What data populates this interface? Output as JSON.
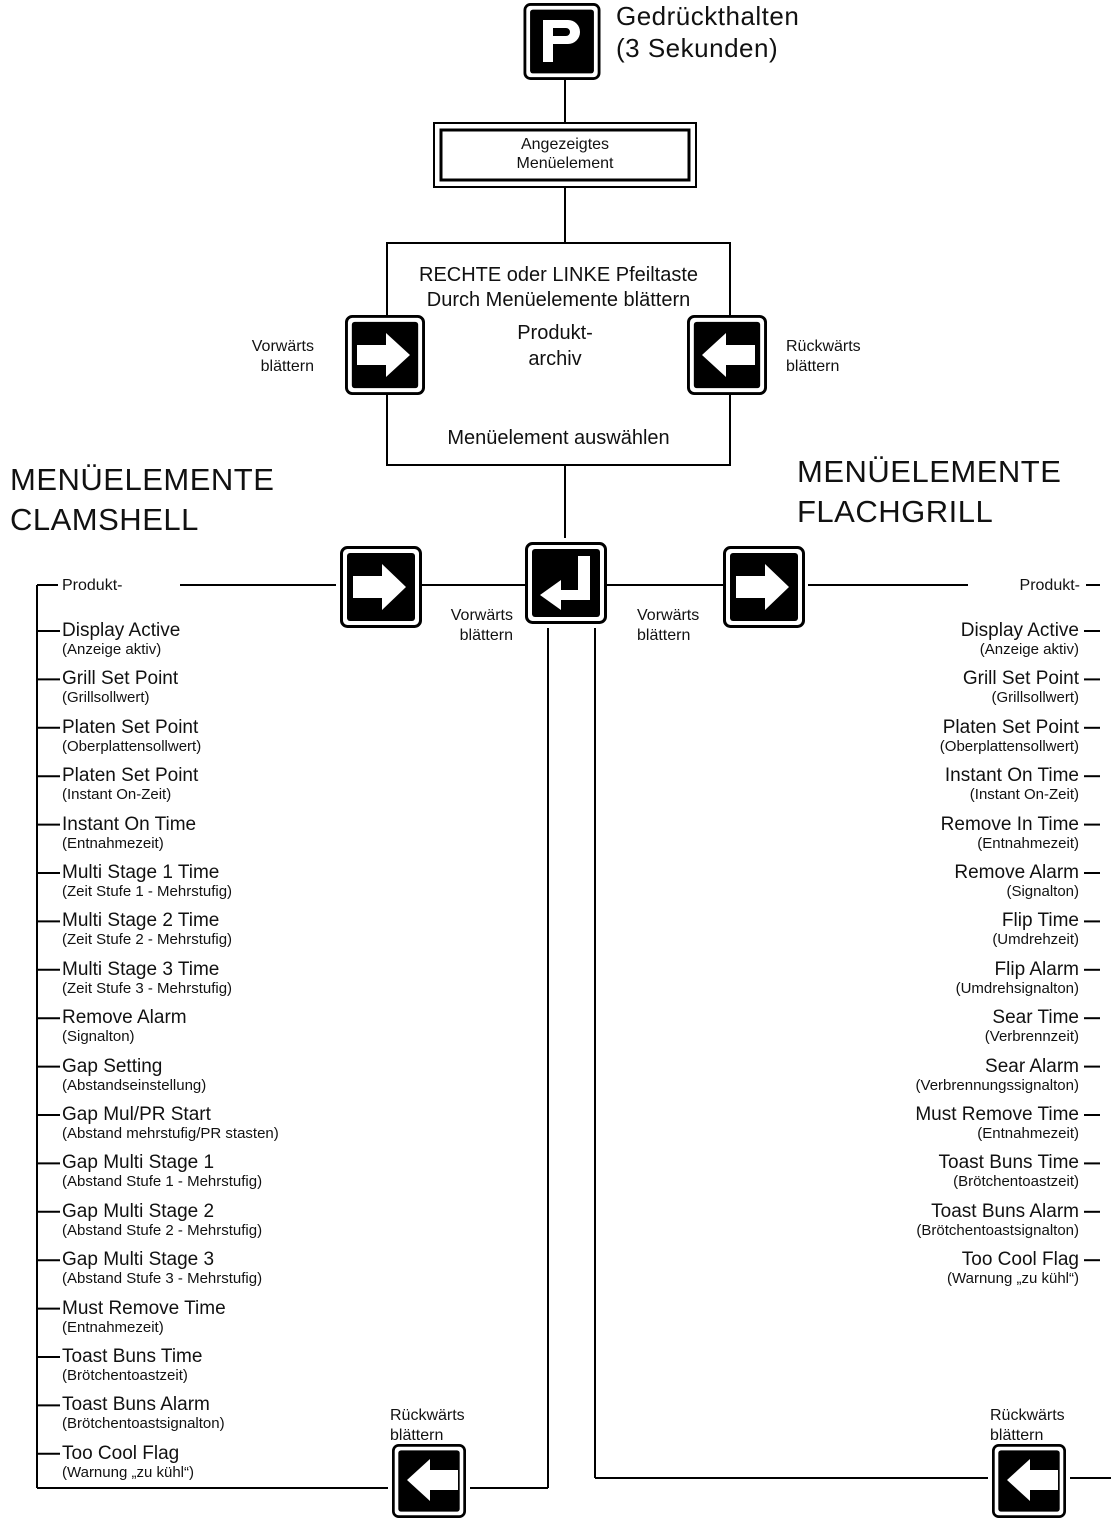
{
  "top": {
    "hold_title": "Gedrückthalten",
    "hold_sub": "(3 Sekunden)",
    "displayed_item_line1": "Angezeigtes",
    "displayed_item_line2": "Menüelement",
    "nav_line1": "RECHTE oder LINKE Pfeiltaste",
    "nav_line2": "Durch Menüelemente blättern",
    "archive_line1": "Produkt-",
    "archive_line2": "archiv",
    "select_item": "Menüelement auswählen",
    "fwd_line1": "Vorwärts",
    "fwd_line2": "blättern",
    "back_line1": "Rückwärts",
    "back_line2": "blättern"
  },
  "clamshell": {
    "heading_line1": "MENÜELEMENTE",
    "heading_line2": "CLAMSHELL",
    "first_item": "Produkt-",
    "fwd_line1": "Vorwärts",
    "fwd_line2": "blättern",
    "back_line1": "Rückwärts",
    "back_line2": "blättern",
    "items": [
      {
        "name": "Display Active",
        "sub": "(Anzeige aktiv)"
      },
      {
        "name": "Grill Set Point",
        "sub": "(Grillsollwert)"
      },
      {
        "name": "Platen Set Point",
        "sub": "(Oberplattensollwert)"
      },
      {
        "name": "Platen Set Point",
        "sub": "(Instant On-Zeit)"
      },
      {
        "name": "Instant On Time",
        "sub": "(Entnahmezeit)"
      },
      {
        "name": "Multi Stage 1 Time",
        "sub": "(Zeit Stufe 1 - Mehrstufig)"
      },
      {
        "name": "Multi Stage 2 Time",
        "sub": "(Zeit Stufe 2 - Mehrstufig)"
      },
      {
        "name": "Multi Stage 3 Time",
        "sub": "(Zeit Stufe 3 - Mehrstufig)"
      },
      {
        "name": "Remove Alarm",
        "sub": "(Signalton)"
      },
      {
        "name": "Gap Setting",
        "sub": "(Abstandseinstellung)"
      },
      {
        "name": "Gap Mul/PR Start",
        "sub": "(Abstand mehrstufig/PR stasten)"
      },
      {
        "name": "Gap Multi Stage 1",
        "sub": "(Abstand Stufe 1 - Mehrstufig)"
      },
      {
        "name": "Gap Multi Stage 2",
        "sub": "(Abstand Stufe 2 - Mehrstufig)"
      },
      {
        "name": "Gap Multi Stage 3",
        "sub": "(Abstand Stufe 3 - Mehrstufig)"
      },
      {
        "name": "Must Remove Time",
        "sub": "(Entnahmezeit)"
      },
      {
        "name": "Toast Buns Time",
        "sub": "(Brötchentoastzeit)"
      },
      {
        "name": "Toast Buns Alarm",
        "sub": "(Brötchentoastsignalton)"
      },
      {
        "name": "Too Cool Flag",
        "sub": "(Warnung „zu kühl“)"
      }
    ]
  },
  "flat": {
    "heading_line1": "MENÜELEMENTE",
    "heading_line2": "FLACHGRILL",
    "first_item": "Produkt-",
    "fwd_line1": "Vorwärts",
    "fwd_line2": "blättern",
    "back_line1": "Rückwärts",
    "back_line2": "blättern",
    "items": [
      {
        "name": "Display Active",
        "sub": "(Anzeige aktiv)"
      },
      {
        "name": "Grill Set Point",
        "sub": "(Grillsollwert)"
      },
      {
        "name": "Platen Set Point",
        "sub": "(Oberplattensollwert)"
      },
      {
        "name": "Instant On Time",
        "sub": "(Instant On-Zeit)"
      },
      {
        "name": "Remove In Time",
        "sub": "(Entnahmezeit)"
      },
      {
        "name": "Remove Alarm",
        "sub": "(Signalton)"
      },
      {
        "name": "Flip Time",
        "sub": "(Umdrehzeit)"
      },
      {
        "name": "Flip Alarm",
        "sub": "(Umdrehsignalton)"
      },
      {
        "name": "Sear Time",
        "sub": "(Verbrennzeit)"
      },
      {
        "name": "Sear Alarm",
        "sub": "(Verbrennungssignalton)"
      },
      {
        "name": "Must Remove Time",
        "sub": "(Entnahmezeit)"
      },
      {
        "name": "Toast Buns Time",
        "sub": "(Brötchentoastzeit)"
      },
      {
        "name": "Toast Buns Alarm",
        "sub": "(Brötchentoastsignalton)"
      },
      {
        "name": "Too Cool Flag",
        "sub": "(Warnung „zu kühl“)"
      }
    ]
  },
  "icons": {
    "p_key": "p-key-icon",
    "right_arrow_key": "right-arrow-key-icon",
    "left_arrow_key": "left-arrow-key-icon",
    "enter_key": "enter-key-icon",
    "key_color": "#000000",
    "key_symbol_color": "#ffffff"
  }
}
